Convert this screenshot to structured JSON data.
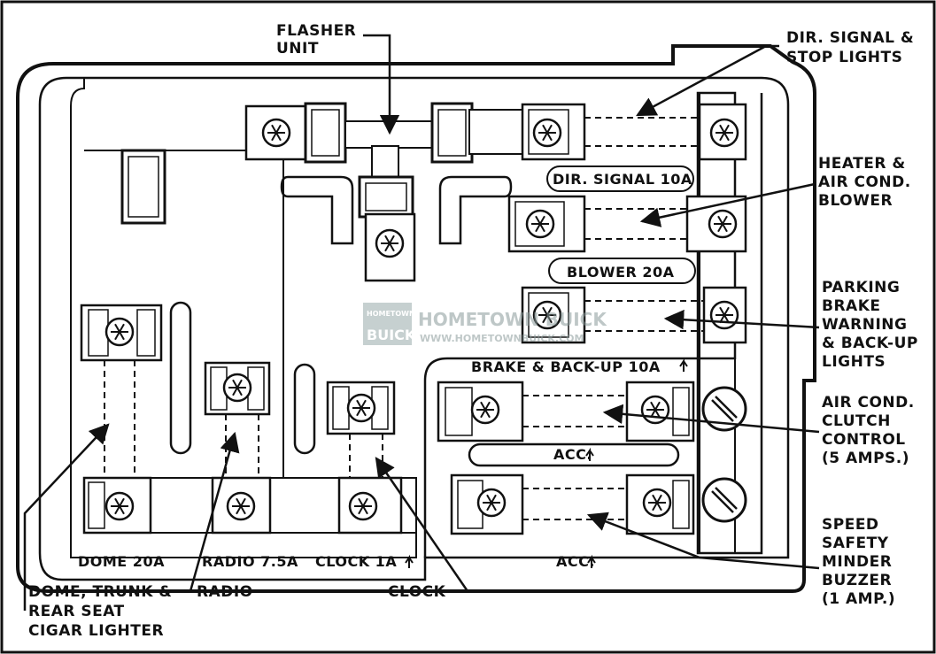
{
  "callouts": {
    "flasher_unit": [
      "FLASHER",
      "UNIT"
    ],
    "dir_signal_stop": [
      "DIR. SIGNAL &",
      "STOP LIGHTS"
    ],
    "heater_blower": [
      "HEATER &",
      "AIR COND.",
      "BLOWER"
    ],
    "parking_brake": [
      "PARKING",
      "BRAKE",
      "WARNING",
      "& BACK-UP",
      "LIGHTS"
    ],
    "ac_clutch": [
      "AIR COND.",
      "CLUTCH",
      "CONTROL",
      "(5 AMPS.)"
    ],
    "speed_minder": [
      "SPEED",
      "SAFETY",
      "MINDER",
      "BUZZER",
      "(1 AMP.)"
    ],
    "dome_trunk": [
      "DOME, TRUNK &",
      "REAR SEAT",
      "CIGAR LIGHTER"
    ],
    "radio": "RADIO",
    "clock": "CLOCK"
  },
  "panel_labels": {
    "dir_signal": "DIR. SIGNAL 10A",
    "blower": "BLOWER 20A",
    "brake_backup": "BRAKE & BACK-UP 10A",
    "acc_upper": "ACC.",
    "acc_lower": "ACC.",
    "dome": "DOME 20A",
    "radio": "RADIO 7.5A",
    "clock": "CLOCK 1A"
  },
  "watermark": {
    "small_top": "HOMETOWN",
    "small_bottom": "BUICK",
    "title": "HOMETOWN BUICK",
    "url": "WWW.HOMETOWNBUICK.COM"
  }
}
